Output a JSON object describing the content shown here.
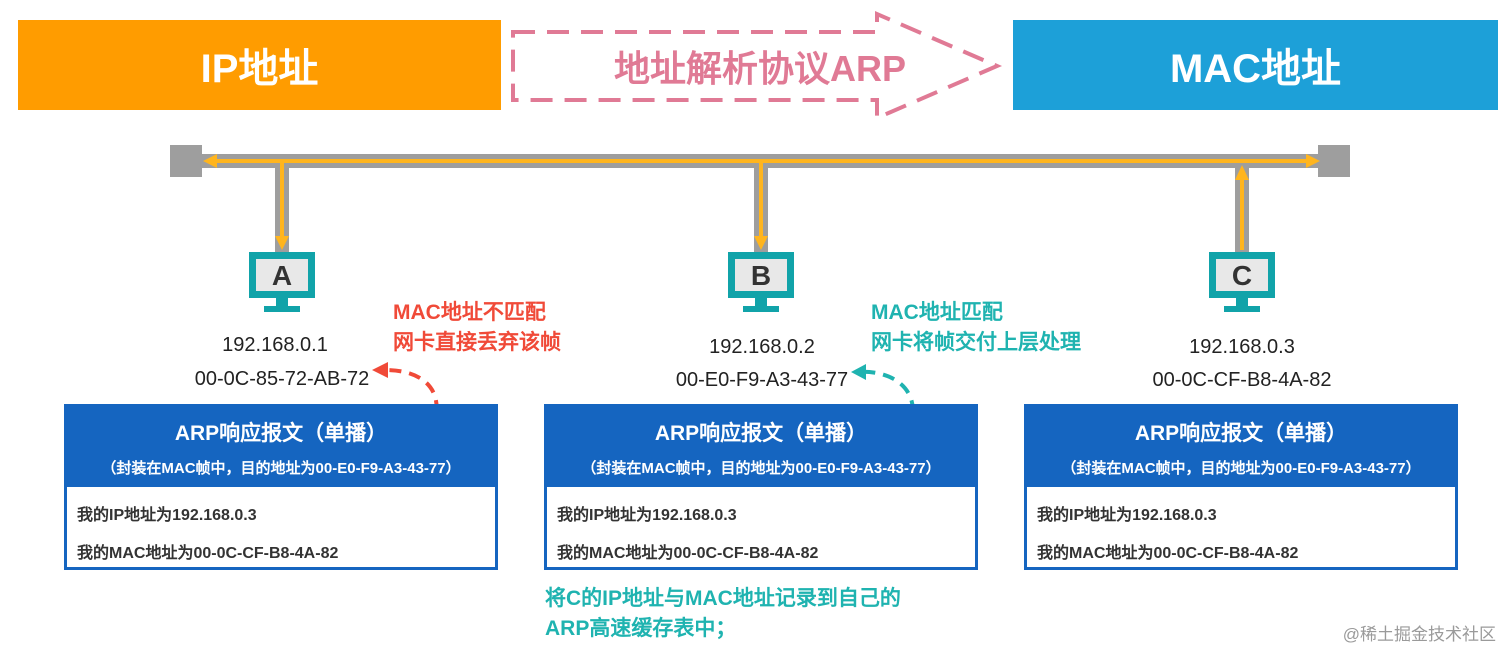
{
  "header": {
    "left": "IP地址",
    "arrow": "地址解析协议ARP",
    "right": "MAC地址"
  },
  "hosts": [
    {
      "label": "A",
      "ip": "192.168.0.1",
      "mac": "00-0C-85-72-AB-72"
    },
    {
      "label": "B",
      "ip": "192.168.0.2",
      "mac": "00-E0-F9-A3-43-77"
    },
    {
      "label": "C",
      "ip": "192.168.0.3",
      "mac": "00-0C-CF-B8-4A-82"
    }
  ],
  "annotations": {
    "a_line1": "MAC地址不匹配",
    "a_line2": "网卡直接丢弃该帧",
    "b_line1": "MAC地址匹配",
    "b_line2": "网卡将帧交付上层处理",
    "cache_line1": "将C的IP地址与MAC地址记录到自己的",
    "cache_line2": "ARP高速缓存表中；"
  },
  "packet": {
    "title": "ARP响应报文（单播）",
    "subtitle": "（封装在MAC帧中，目的地址为00-E0-F9-A3-43-77）",
    "ip_line": "我的IP地址为192.168.0.3",
    "mac_line": "我的MAC地址为00-0C-CF-B8-4A-82"
  },
  "watermark": "@稀土掘金技术社区",
  "colors": {
    "ip_banner": "#ff9c00",
    "mac_banner": "#1da0d8",
    "arrow": "#e07a95",
    "bus": "#9e9e9e",
    "signal": "#ffb51e",
    "monitor": "#11a3a9",
    "packet": "#1565c0",
    "red_note": "#f04a38",
    "teal_note": "#1fb3b0"
  }
}
